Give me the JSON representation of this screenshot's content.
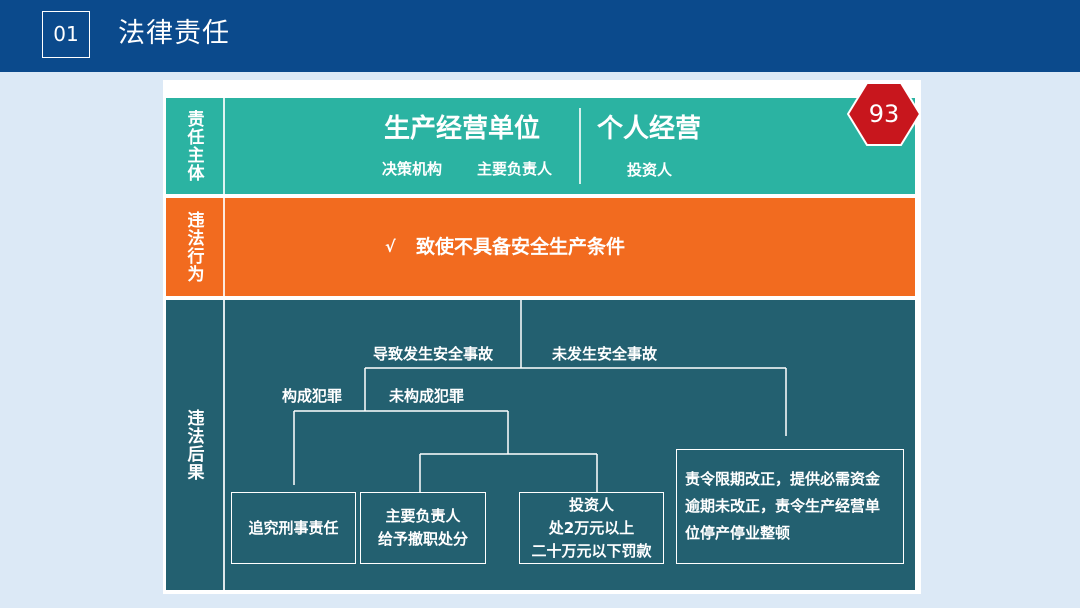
{
  "header": {
    "number": "01",
    "title": "法律责任"
  },
  "badge": {
    "value": "93",
    "color": "#c8161d"
  },
  "subject": {
    "label": "责任主体",
    "unit_title": "生产经营单位",
    "personal_title": "个人经营",
    "unit_items": [
      "决策机构",
      "主要负责人"
    ],
    "personal_items": [
      "投资人"
    ],
    "color": "#2bb3a2"
  },
  "behavior": {
    "label": "违法行为",
    "check": "√",
    "text": "致使不具备安全生产条件",
    "color": "#f26b1f"
  },
  "consequence": {
    "label": "违法后果",
    "color": "#236070",
    "branches": {
      "accident": "导致发生安全事故",
      "no_accident": "未发生安全事故",
      "crime": "构成犯罪",
      "no_crime": "未构成犯罪"
    },
    "boxes": {
      "criminal": [
        "追究刑事责任"
      ],
      "head": [
        "主要负责人",
        "给予撤职处分"
      ],
      "investor": [
        "投资人",
        "处2万元以上",
        "二十万元以下罚款"
      ],
      "rectify": [
        "责令限期改正，提供必需资金",
        "逾期未改正，责令生产经营单",
        "位停产停业整顿"
      ]
    }
  }
}
